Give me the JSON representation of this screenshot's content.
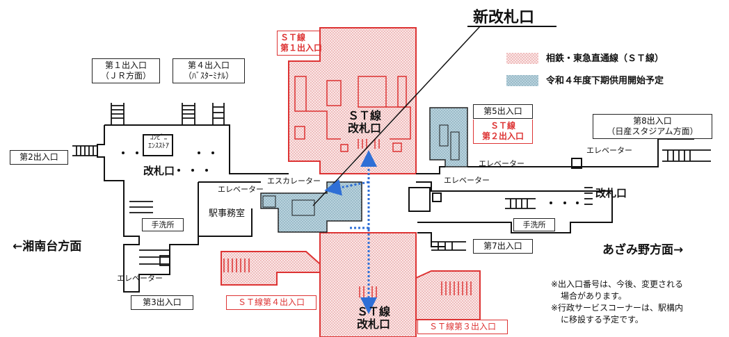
{
  "title": "新改札口",
  "legend": {
    "st_line": "相鉄・東急直通線（ＳＴ線）",
    "new_area": "令和４年度下期供用開始予定"
  },
  "colors": {
    "red": "#d33333",
    "pink_fill": "#f6d4d4",
    "blue_fill": "#aecad6",
    "blue_arrow": "#2f6fd6",
    "black": "#111111"
  },
  "exits": {
    "exit1_line1": "第１出入口",
    "exit1_line2": "（ＪＲ方面）",
    "exit4_line1": "第４出入口",
    "exit4_line2": "（ﾊﾞｽﾀｰﾐﾅﾙ）",
    "exit2": "第2出入口",
    "exit3": "第3出入口",
    "exit5": "第5出入口",
    "exit7": "第7出入口",
    "exit8_line1": "第8出入口",
    "exit8_line2": "（日産スタジアム方面）",
    "st1_line1": "ＳＴ線",
    "st1_line2": "第１出入口",
    "st2_line1": "ＳＴ線",
    "st2_line2": "第２出入口",
    "st3": "ＳＴ線第３出入口",
    "st4": "ＳＴ線第４出入口"
  },
  "facilities": {
    "conbini_line1": "ｺﾝﾋﾞﾆ",
    "conbini_line2": "ｴﾝｽｽﾄｱ",
    "gate": "改札口",
    "st_gate_line1": "ＳＴ線",
    "st_gate_line2": "改札口",
    "escalator": "エスカレーター",
    "elevator": "エレベーター",
    "station_office": "駅事務室",
    "restroom": "手洗所"
  },
  "directions": {
    "left": "←湘南台方面",
    "right": "あざみ野方面→"
  },
  "notes": {
    "note1_line1": "※出入口番号は、今後、変更される",
    "note1_line2": "場合があります。",
    "note2_line1": "※行政サービスコーナーは、駅構内",
    "note2_line2": "に移設する予定です。"
  }
}
